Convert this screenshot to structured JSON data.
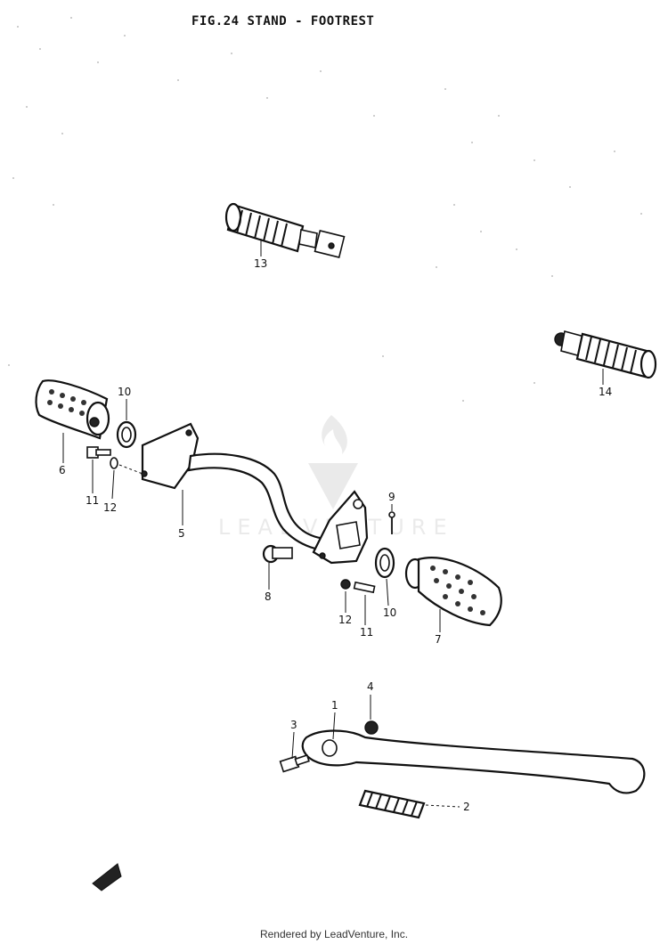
{
  "title": "FIG.24  STAND - FOOTREST",
  "callouts": {
    "c1": "1",
    "c2": "2",
    "c3": "3",
    "c4": "4",
    "c5": "5",
    "c6": "6",
    "c7": "7",
    "c8": "8",
    "c9": "9",
    "c10a": "10",
    "c10b": "10",
    "c11a": "11",
    "c11b": "11",
    "c12a": "12",
    "c12b": "12",
    "c13": "13",
    "c14": "14"
  },
  "watermark": {
    "text": "LEADVENTURE",
    "color": "#000000",
    "opacity": 0.08
  },
  "footer": "Rendered by LeadVenture, Inc."
}
